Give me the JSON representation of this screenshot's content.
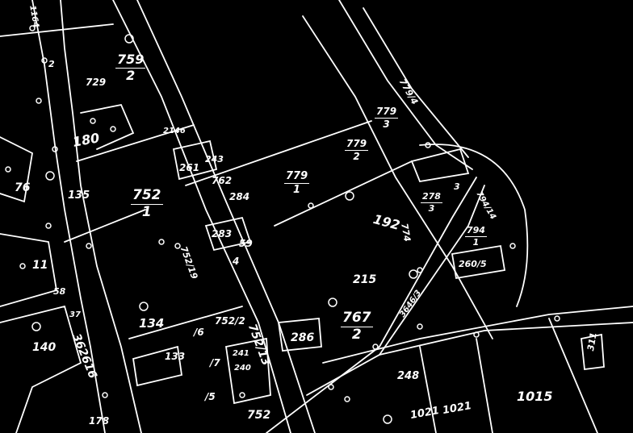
{
  "map": {
    "background": "#000000",
    "ink": "#ffffff",
    "parcels": {
      "p759": "759",
      "p759_sub": "2",
      "p752": "752",
      "p752_sub": "1",
      "p779_4": "779/4",
      "p779": "779",
      "p779_sub": "3",
      "p779_2": "779",
      "p779_2_sub": "2",
      "p779_1": "779",
      "p779_1_sub": "1",
      "p767": "767",
      "p767_sub": "2",
      "p794": "794",
      "p794_sub": "1",
      "p794_14": "794/14",
      "p180": "180",
      "p135": "135",
      "p76": "76",
      "p134": "134",
      "p140": "140",
      "p215": "215",
      "p192": "192",
      "p774": "774",
      "p278": "278",
      "p278_sub": "3",
      "p260": "260/5",
      "p248": "248",
      "p1021a": "1021",
      "p1021b": "1021",
      "p1015": "1015",
      "p311": "311",
      "p286": "286",
      "p283": "283",
      "p59": "59",
      "p4": "4",
      "p762": "762",
      "p284": "284",
      "p752_19": "752/19",
      "p752_13": "752/13",
      "p752_2": "752/2",
      "p752b": "752",
      "p133": "133",
      "p16a": "/6",
      "p15": "/5",
      "p17": "/7",
      "p261": "261",
      "p243": "243",
      "p2146": "2146",
      "p241": "241",
      "p240": "240",
      "p362616": "362616",
      "p3646": "3646/3",
      "p37": "37",
      "p178": "178",
      "p1164": "1164",
      "p11": "11",
      "p729": "729",
      "p58": "58",
      "p2": "2",
      "p3": "3"
    }
  }
}
